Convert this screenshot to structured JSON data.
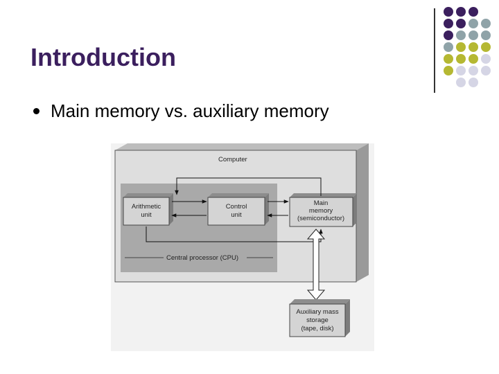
{
  "slide": {
    "title": "Introduction",
    "bullets": [
      "Main memory vs. auxiliary memory"
    ]
  },
  "decoration": {
    "dot_colors": [
      "#3b1f5e",
      "#8fa3a8",
      "#b5b832",
      "#d5d5e5"
    ]
  },
  "diagram": {
    "computer_label": "Computer",
    "arithmetic_line1": "Arithmetic",
    "arithmetic_line2": "unit",
    "control_line1": "Control",
    "control_line2": "unit",
    "main_line1": "Main",
    "main_line2": "memory",
    "main_line3": "(semiconductor)",
    "cpu_label": "Central processor (CPU)",
    "aux_line1": "Auxiliary mass",
    "aux_line2": "storage",
    "aux_line3": "(tape, disk)"
  }
}
